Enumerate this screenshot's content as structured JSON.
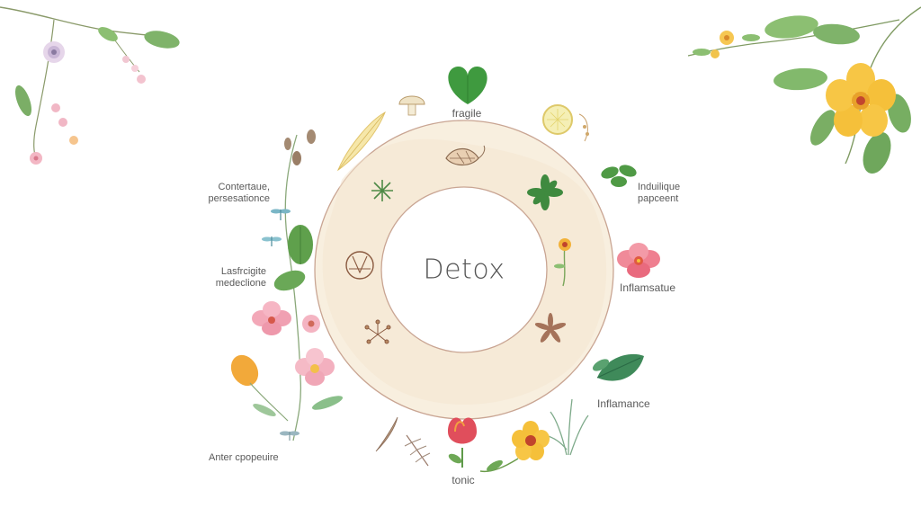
{
  "center": {
    "title": "Detox"
  },
  "labels": {
    "top": "fragile",
    "top_right": [
      "Induilique",
      "papceent"
    ],
    "right_upper": "Inflamsatue",
    "right_lower": "Inflamance",
    "bottom": "tonic",
    "left_upper": [
      "Contertaue,",
      "persesationce"
    ],
    "left_middle": [
      "Lasfrcigite",
      "medeclione"
    ],
    "bottom_left": "Anter cpopeuire"
  },
  "colors": {
    "ring_fill": "#f7eddc",
    "ring_stroke": "#c9a593",
    "text": "#5a5a5a",
    "leaf_green": "#5c9a4a",
    "heart_green": "#3f9a3f",
    "flower_yellow": "#f5c33b",
    "flower_pink": "#f2a3b3",
    "flower_red": "#e26476"
  },
  "icons": [
    "heart-leaf-icon",
    "feather-icon",
    "mushroom-icon",
    "lemon-slice-icon",
    "herb-sprig-icon",
    "red-flower-icon",
    "green-leaf-icon",
    "tulip-icon",
    "yellow-flower-icon",
    "grass-icon",
    "seed-pod-icon",
    "botanical-branch-icon",
    "orange-bud-icon",
    "top-left-floral-icon",
    "top-right-yellow-flower-icon",
    "dragonfly-icon",
    "star-anise-icon",
    "walnut-icon",
    "small-flower-icon",
    "herb-leaf-icon",
    "spice-cluster-icon"
  ]
}
